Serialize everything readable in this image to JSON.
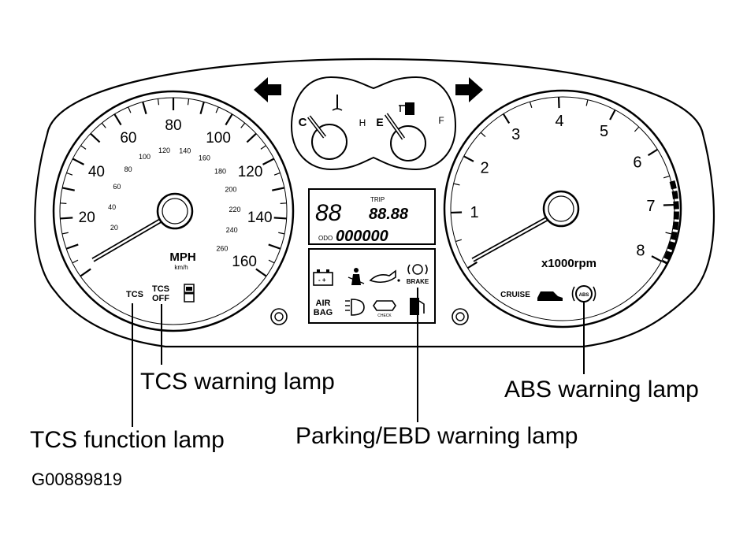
{
  "speedometer": {
    "mph_ticks": [
      "20",
      "40",
      "60",
      "80",
      "100",
      "120",
      "140",
      "160"
    ],
    "kmh_ticks": [
      "20",
      "40",
      "60",
      "80",
      "100",
      "120",
      "140",
      "160",
      "180",
      "200",
      "220",
      "240",
      "260"
    ],
    "unit_main": "MPH",
    "unit_sub": "km/h"
  },
  "tachometer": {
    "ticks": [
      "1",
      "2",
      "3",
      "4",
      "5",
      "6",
      "7",
      "8"
    ],
    "unit": "x1000rpm"
  },
  "temp_gauge": {
    "low": "C",
    "high": "H"
  },
  "fuel_gauge": {
    "low": "E",
    "high": "F"
  },
  "lcd": {
    "trip_label": "TRIP",
    "odo_label": "ODO",
    "trip_digits": "88.88",
    "odo_digits": "000000",
    "gear_digits": "88"
  },
  "indicators": {
    "tcs": "TCS",
    "tcs_off_line1": "TCS",
    "tcs_off_line2": "OFF",
    "brake": "BRAKE",
    "airbag_line1": "AIR",
    "airbag_line2": "BAG",
    "check_engine": "CHECK",
    "cruise": "CRUISE",
    "abs": "ABS"
  },
  "callouts": {
    "tcs_warning": "TCS warning lamp",
    "tcs_function": "TCS function lamp",
    "parking_ebd": "Parking/EBD warning lamp",
    "abs_warning": "ABS warning lamp"
  },
  "figure_code": "G00889819"
}
